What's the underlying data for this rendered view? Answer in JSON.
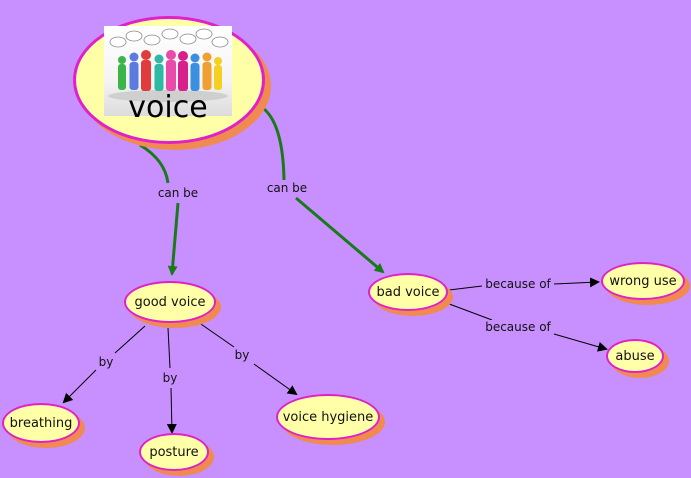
{
  "nodes": {
    "voice": "voice",
    "good_voice": "good voice",
    "bad_voice": "bad voice",
    "wrong_use": "wrong use",
    "abuse": "abuse",
    "breathing": "breathing",
    "posture": "posture",
    "voice_hygiene": "voice hygiene"
  },
  "links": {
    "can_be_left": "can be",
    "can_be_right": "can be",
    "because_of_1": "because of",
    "because_of_2": "because of",
    "by_1": "by",
    "by_2": "by",
    "by_3": "by"
  },
  "colors": {
    "background": "#c890ff",
    "node_fill": "#ffffa8",
    "node_border": "#e020c8",
    "node_shadow": "#f08a50",
    "primary_link": "#1a7a1a",
    "secondary_link": "#000000"
  }
}
